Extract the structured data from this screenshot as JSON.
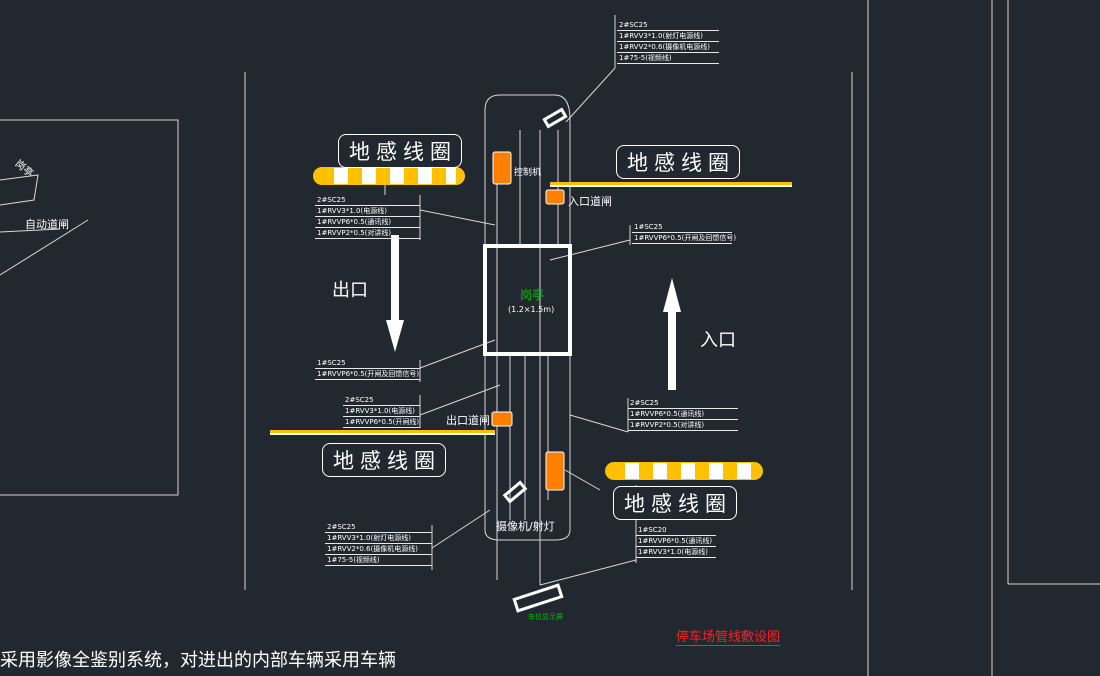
{
  "labels": {
    "coil": "地感线圈",
    "controller": "控制机",
    "entry_gate": "入口道闸",
    "exit_gate": "出口道闸",
    "booth": "岗亭",
    "booth_size": "(1.2×1.5m)",
    "exit": "出口",
    "entry": "入口",
    "camera": "摄像机/射灯",
    "display": "车位显示屏",
    "title": "停车场管线敷设图",
    "bottom_text": "采用影像全鉴别系统，对进出的内部车辆采用车辆",
    "auto_gate": "自动道闸",
    "left_rotated": "岗亭"
  },
  "notes": {
    "top_right": [
      "2#SC25",
      "1#RVV3*1.0(射灯电源线)",
      "1#RVV2*0.6(摄像机电源线)",
      "1#75-5(视频线)"
    ],
    "left_upper": [
      "2#SC25",
      "1#RVV3*1.0(电源线)",
      "1#RVVP6*0.5(通讯线)",
      "1#RVVP2*0.5(对讲线)"
    ],
    "right_middle": [
      "1#SC25",
      "1#RVVP6*0.5(开闸及回馈信号)"
    ],
    "left_middle": [
      "1#SC25",
      "1#RVVP6*0.5(开闸及回馈信号)"
    ],
    "left_lower": [
      "2#SC25",
      "1#RVV3*1.0(电源线)",
      "1#RVVP6*0.5(开闸线)"
    ],
    "right_lower": [
      "2#SC25",
      "1#RVVP6*0.5(通讯线)",
      "1#RVVP2*0.5(对讲线)"
    ],
    "right_bottom": [
      "1#SC20",
      "1#RVVP6*0.5(通讯线)",
      "1#RVV3*1.0(电源线)"
    ],
    "left_bottom": [
      "2#SC25",
      "1#RVV3*1.0(射灯电源线)",
      "1#RVV2*0.6(摄像机电源线)",
      "1#75-5(视频线)"
    ]
  },
  "colors": {
    "background": "#212830",
    "orange": "#ff8000",
    "yellow": "#ffc000",
    "title_red": "#ff2020",
    "green": "#00c000"
  }
}
